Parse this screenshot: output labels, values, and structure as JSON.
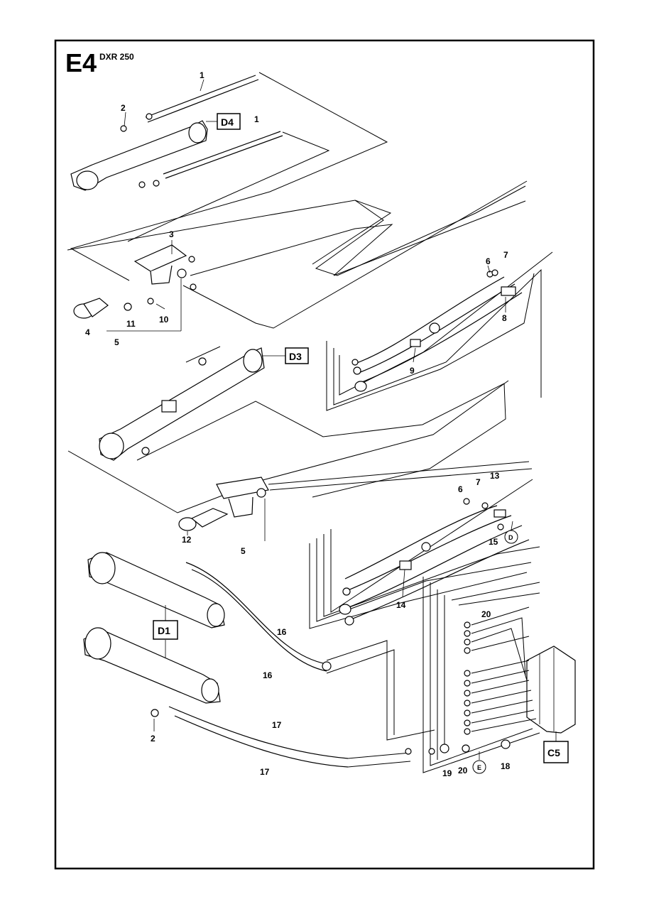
{
  "page": {
    "code": "E4",
    "model": "DXR 250"
  },
  "references": {
    "d4": "D4",
    "d3": "D3",
    "d1": "D1",
    "c5": "C5",
    "circle_d": "D",
    "circle_e": "E"
  },
  "callouts": {
    "c1a": "1",
    "c1b": "1",
    "c2a": "2",
    "c3": "3",
    "c4": "4",
    "c5a": "5",
    "c6a": "6",
    "c7a": "7",
    "c8": "8",
    "c9": "9",
    "c10": "10",
    "c11": "11",
    "c12": "12",
    "c5b": "5",
    "c6b": "6",
    "c7b": "7",
    "c13": "13",
    "c15": "15",
    "c14": "14",
    "c16a": "16",
    "c16b": "16",
    "c20a": "20",
    "c17a": "17",
    "c2b": "2",
    "c17b": "17",
    "c19": "19",
    "c20b": "20",
    "c18": "18"
  }
}
